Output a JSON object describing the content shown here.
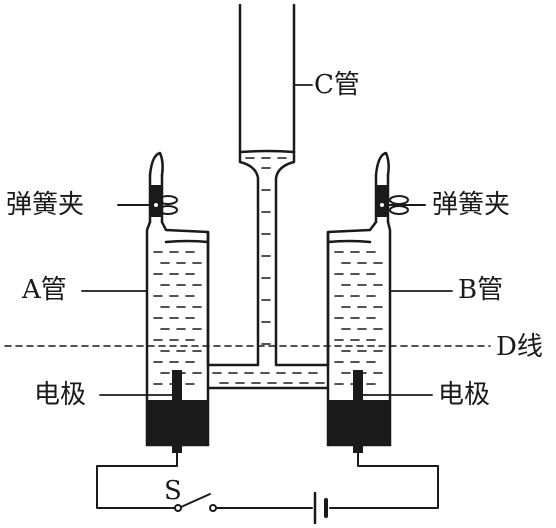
{
  "labels": {
    "tube_c": "C管",
    "clamp_left": "弹簧夹",
    "clamp_right": "弹簧夹",
    "tube_a": "A管",
    "tube_b": "B管",
    "line_d": "D线",
    "electrode_left": "电极",
    "electrode_right": "电极",
    "switch": "S"
  },
  "colors": {
    "ink": "#1a1a1a",
    "liquid": "#ffffff",
    "electrode": "#1a1a1a"
  }
}
